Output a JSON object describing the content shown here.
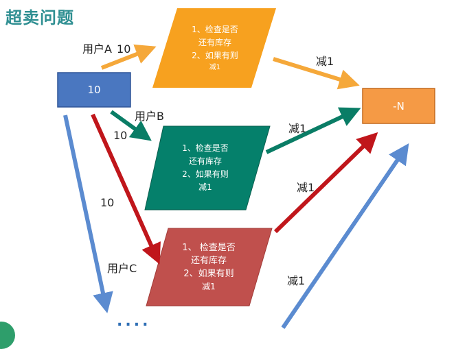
{
  "title": "超卖问题",
  "stock_box": {
    "label": "10"
  },
  "result_box": {
    "label": "-N"
  },
  "users": {
    "a": {
      "label": "用户A",
      "count": "10"
    },
    "b": {
      "label": "用户B",
      "count": "10"
    },
    "c": {
      "label": "用户C",
      "count": "10"
    }
  },
  "steps": {
    "a": {
      "line1": "1、检查是否",
      "line2": "还有库存",
      "line3": "2、如果有则",
      "line4": "减1"
    },
    "b": {
      "line1": "1、检查是否",
      "line2": "还有库存",
      "line3": "2、如果有则",
      "line4": "减1"
    },
    "c": {
      "line1": "1、 检查是否",
      "line2": "还有库存",
      "line3": "2、如果有则",
      "line4": "减1"
    }
  },
  "decrement_labels": {
    "a": "减1",
    "b": "减1",
    "c": "减1",
    "more": "减1"
  },
  "more_users": "....",
  "colors": {
    "title": "#2f8f92",
    "stock_box": "#4a77c0",
    "result_box": "#f59a45",
    "step_a": "#f7a11f",
    "step_b": "#05806b",
    "step_c": "#c0504d",
    "arrow_orange": "#f5a83a",
    "arrow_green": "#0a7d66",
    "arrow_red": "#c0161b",
    "arrow_blue": "#5b8bd0"
  }
}
